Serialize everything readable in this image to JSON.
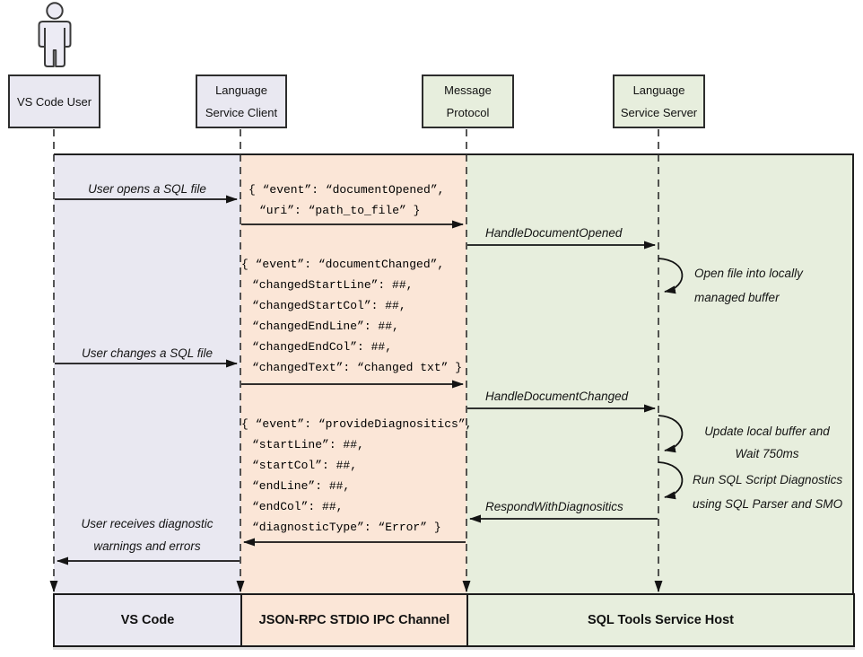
{
  "diagram": {
    "actors": [
      {
        "line1": "VS Code User",
        "line2": ""
      },
      {
        "line1": "Language",
        "line2": "Service Client"
      },
      {
        "line1": "Message",
        "line2": "Protocol"
      },
      {
        "line1": "Language",
        "line2": "Service Server"
      }
    ],
    "footers": [
      {
        "label": "VS Code"
      },
      {
        "label": "JSON-RPC STDIO IPC Channel"
      },
      {
        "label": "SQL Tools Service Host"
      }
    ],
    "user_messages": {
      "opens": "User opens a SQL file",
      "changes": "User changes a SQL file",
      "receives_line1": "User receives diagnostic",
      "receives_line2": "warnings and errors"
    },
    "calls": {
      "handle_document_opened": "HandleDocumentOpened",
      "handle_document_changed": "HandleDocumentChanged",
      "respond_with_diagnostics": "RespondWithDiagnositics"
    },
    "server_notes": {
      "open_file_line1": "Open file into locally",
      "open_file_line2": "managed buffer",
      "update_buffer_line1": "Update local buffer and",
      "update_buffer_line2": "Wait 750ms",
      "run_diagnostics_line1": "Run SQL Script Diagnostics",
      "run_diagnostics_line2": "using SQL Parser and SMO"
    },
    "payloads": {
      "document_opened": {
        "lines": [
          "{ “event”: “documentOpened”,",
          "“uri”: “path_to_file” }"
        ]
      },
      "document_changed": {
        "lines": [
          "{ “event”: “documentChanged”,",
          "“changedStartLine”: ##,",
          "“changedStartCol”: ##,",
          "“changedEndLine”: ##,",
          "“changedEndCol”: ##,",
          "“changedText”: “changed txt” }"
        ]
      },
      "provide_diagnostics": {
        "lines": [
          "{ “event”: “provideDiagnositics”,",
          "“startLine”: ##,",
          "“startCol”: ##,",
          "“endLine”: ##,",
          "“endCol”: ##,",
          "“diagnosticType”: “Error” }"
        ]
      }
    },
    "icons": {
      "actor": "person-icon"
    },
    "colors": {
      "lane_lavender": "#e9e8f1",
      "lane_peach": "#fbe6d7",
      "lane_green": "#e7eedd",
      "border": "#1c1c1c"
    }
  }
}
